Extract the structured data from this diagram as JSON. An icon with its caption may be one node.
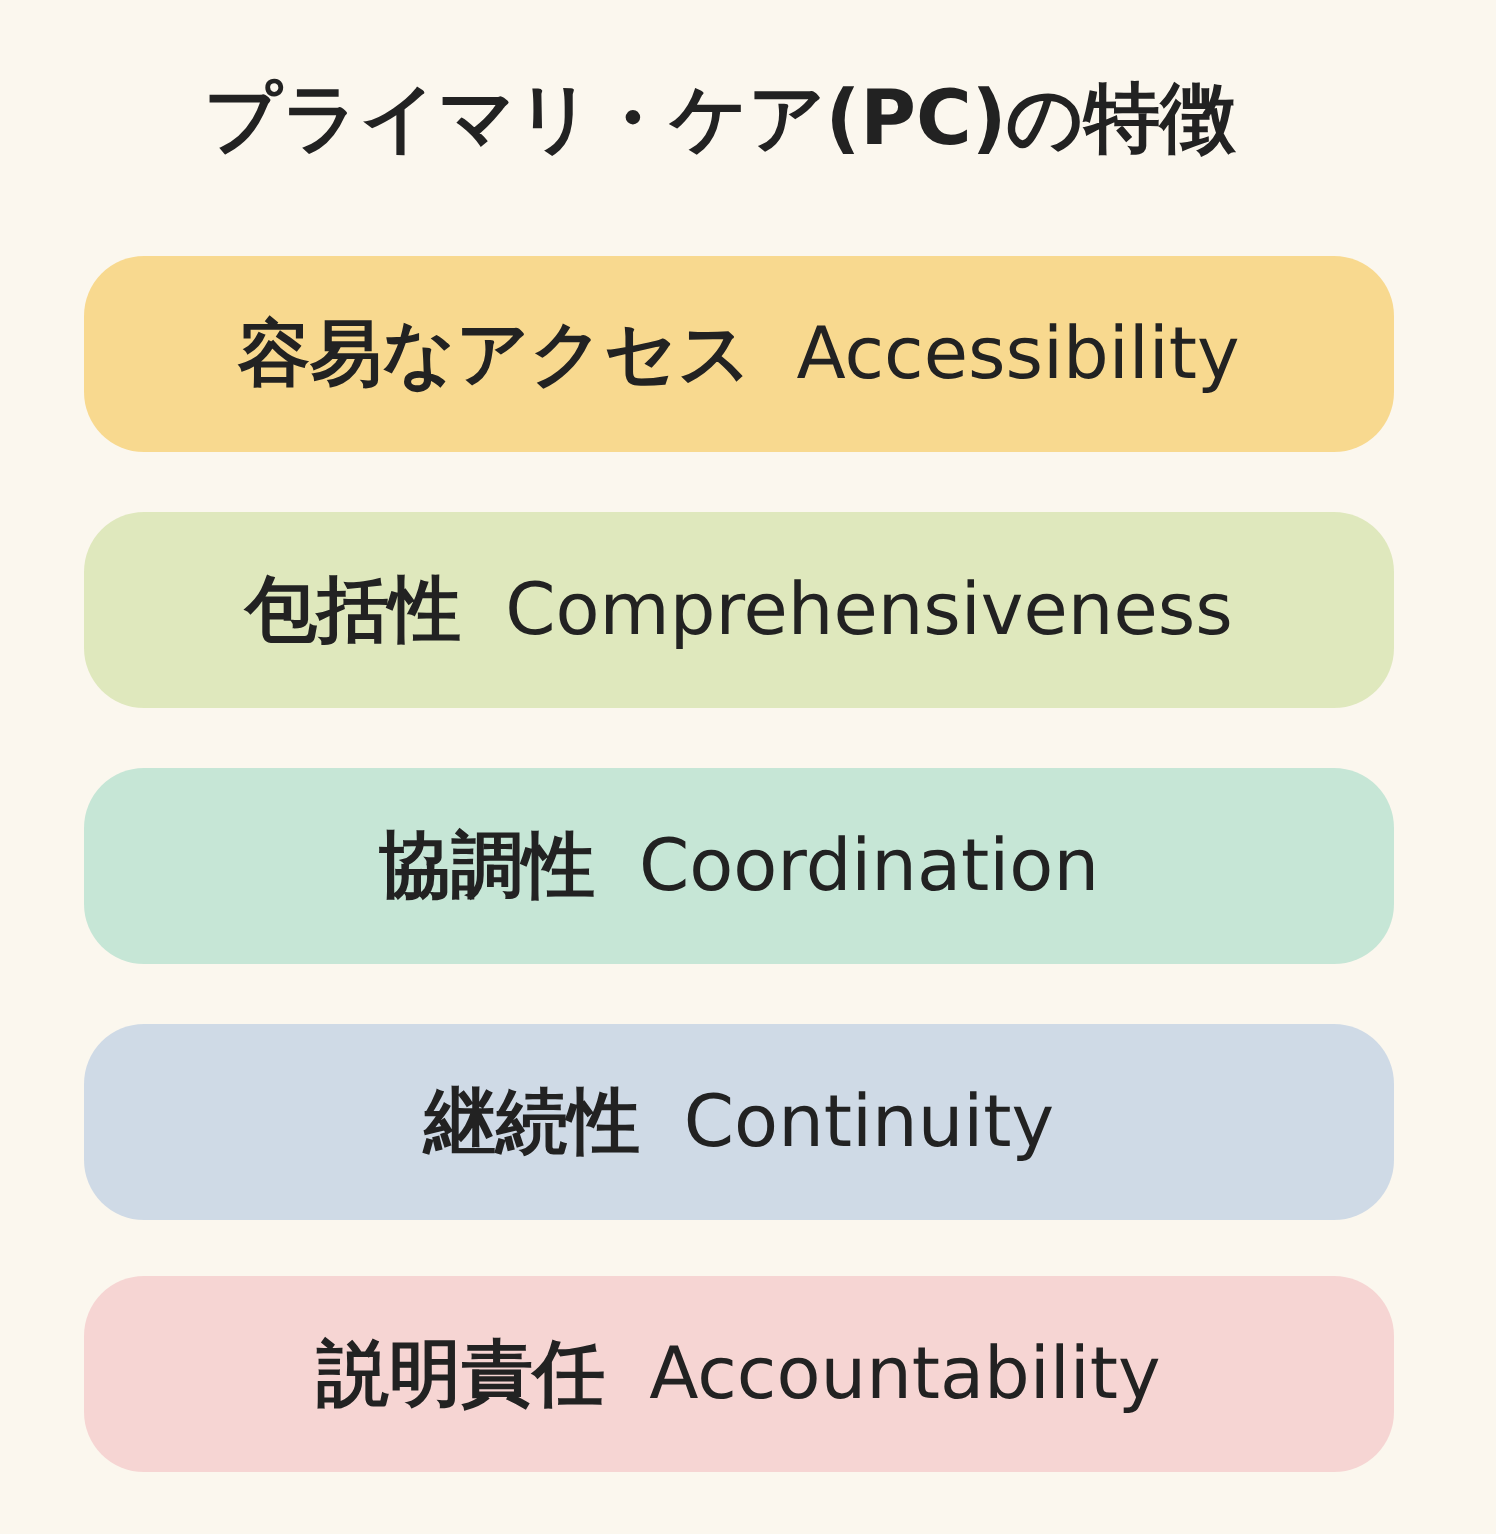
{
  "diagram": {
    "title": "プライマリ・ケア(PC)の特徴",
    "nodes": [
      {
        "text": [
          "容易なアクセス",
          "Accessibility"
        ]
      },
      {
        "text": [
          "包括性",
          "Comprehensiveness"
        ]
      },
      {
        "text": [
          "協調性",
          "Coordination"
        ]
      },
      {
        "text": [
          "継続性",
          "Continuity"
        ]
      },
      {
        "text": [
          "説明責任",
          "Accountability"
        ]
      }
    ]
  }
}
